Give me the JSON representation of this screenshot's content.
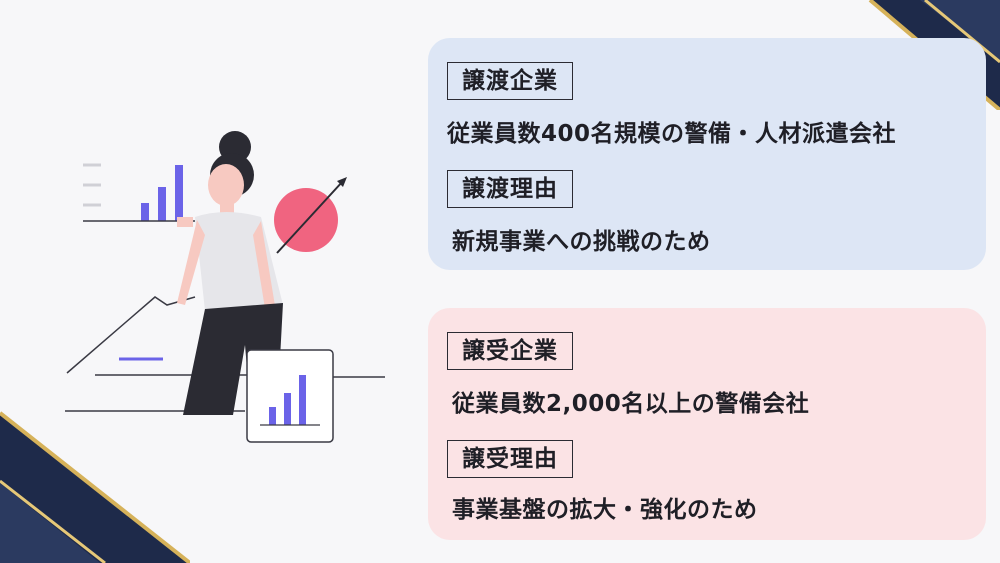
{
  "transferor": {
    "label": "譲渡企業",
    "company": "従業員数400名規模の警備・人材派遣会社",
    "reason_label": "譲渡理由",
    "reason": "新規事業への挑戦のため"
  },
  "transferee": {
    "label": "譲受企業",
    "company": "従業員数2,000名以上の警備会社",
    "reason_label": "譲受理由",
    "reason": "事業基盤の拡大・強化のため"
  },
  "colors": {
    "navy": "#1e2a4a",
    "gold": "#d6b25a",
    "accent_purple": "#6b63e8",
    "accent_pink": "#f06480",
    "card_blue": "#dde6f5",
    "card_pink": "#fbe3e5"
  },
  "illustration": {
    "icon": "woman-presenting-charts-illustration"
  }
}
